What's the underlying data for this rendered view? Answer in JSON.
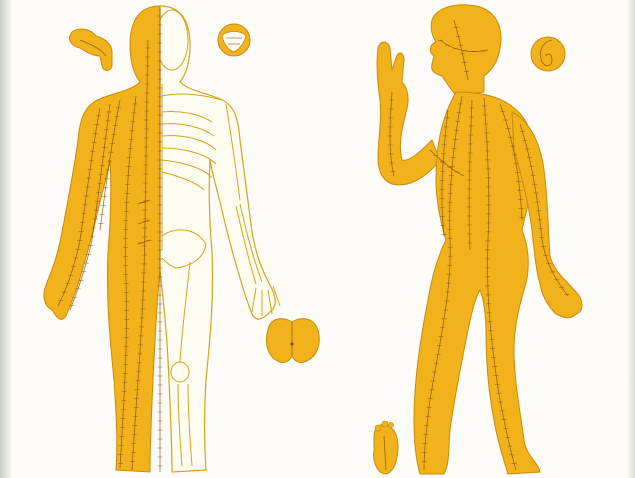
{
  "colors": {
    "background": "#fdfcf8",
    "body_fill": "#f2b21b",
    "body_stroke": "#c98a0a",
    "meridian_line": "#7a4a08",
    "skeleton_fill": "#fffdf2",
    "skeleton_stroke": "#d9a21c"
  },
  "figures": [
    {
      "name": "front-view-half-muscle-half-skeleton"
    },
    {
      "name": "side-view-figure"
    }
  ],
  "insets": [
    {
      "name": "hand-detail"
    },
    {
      "name": "ear-detail-front"
    },
    {
      "name": "ear-detail-side"
    },
    {
      "name": "pelvis-detail"
    },
    {
      "name": "foot-sole-detail"
    }
  ]
}
